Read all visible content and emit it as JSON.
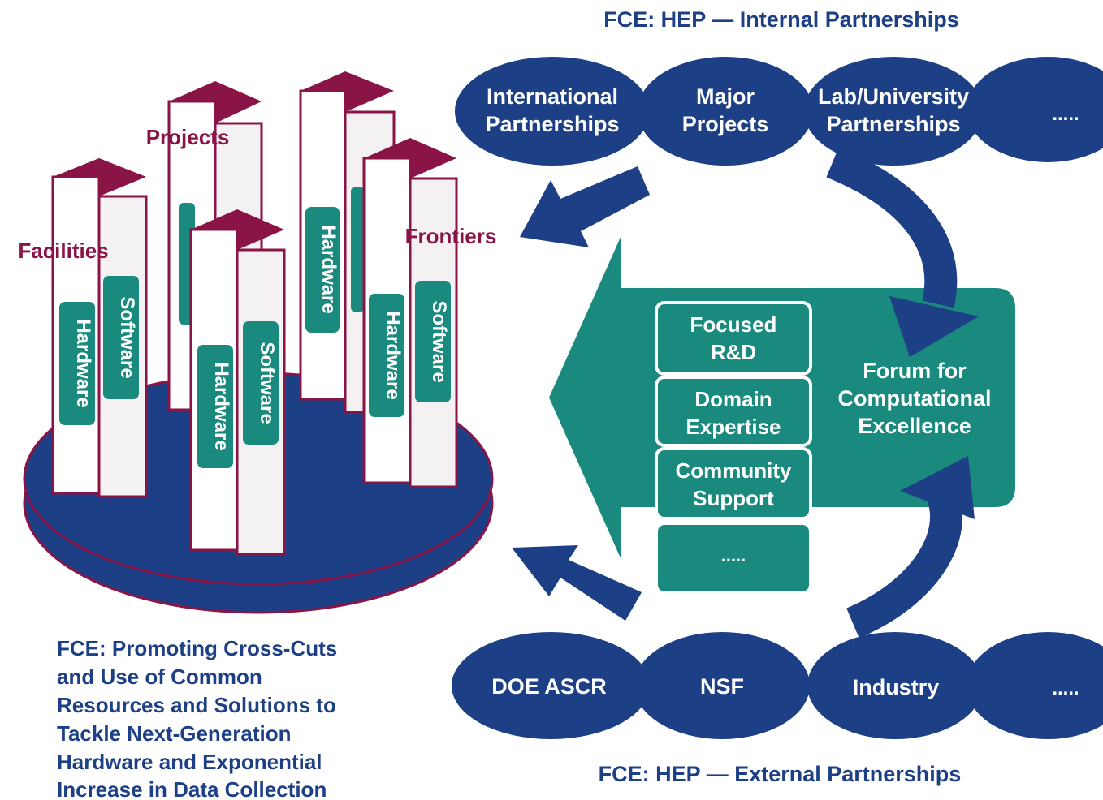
{
  "internal_title": "FCE: HEP — Internal Partnerships",
  "external_title": "FCE: HEP — External Partnerships",
  "internal_partners": [
    {
      "line1": "International",
      "line2": "Partnerships"
    },
    {
      "line1": "Major",
      "line2": "Projects"
    },
    {
      "line1": "Lab/University",
      "line2": "Partnerships"
    },
    {
      "line1": ".....",
      "line2": ""
    }
  ],
  "external_partners": [
    "DOE ASCR",
    "NSF",
    "Industry",
    "....."
  ],
  "forum": {
    "line1": "Forum for",
    "line2": "Computational",
    "line3": "Excellence"
  },
  "services": [
    {
      "line1": "Focused",
      "line2": "R&D"
    },
    {
      "line1": "Domain",
      "line2": "Expertise"
    },
    {
      "line1": "Community",
      "line2": "Support"
    },
    {
      "line1": ".....",
      "line2": ""
    }
  ],
  "pillar_groups": {
    "facilities": "Facilities",
    "projects": "Projects",
    "frontiers": "Frontiers"
  },
  "pillar_tags": {
    "hardware": "Hardware",
    "software": "Software"
  },
  "caption": [
    "FCE: Promoting Cross-Cuts",
    "and Use of Common",
    "Resources and Solutions to",
    "Tackle Next-Generation",
    "Hardware and Exponential",
    "Increase in Data Collection"
  ],
  "colors": {
    "navy": "#1d3f86",
    "teal": "#1a8a7e",
    "maroon": "#8a1446"
  }
}
